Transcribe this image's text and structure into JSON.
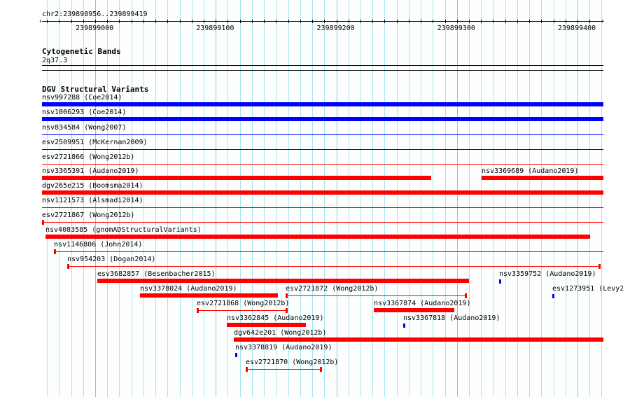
{
  "location": "chr2:239898956..239899419",
  "ruler": {
    "ticks": [
      "239899000",
      "239899100",
      "239899200",
      "239899300",
      "239899400"
    ]
  },
  "cyto": {
    "title": "Cytogenetic Bands",
    "band": "2q37.3"
  },
  "dgv": {
    "title": "DGV Structural Variants",
    "features": [
      {
        "label": "nsv997288 (Coe2014)",
        "color": "#0000ff",
        "style": "thick"
      },
      {
        "label": "nsv1006293 (Coe2014)",
        "color": "#0000ff",
        "style": "thick"
      },
      {
        "label": "nsv834584 (Wong2007)",
        "color": "#0000ff",
        "style": "thin"
      },
      {
        "label": "esv2509951 (McKernan2009)",
        "color": "#0000ff",
        "style": "thin"
      },
      {
        "label": "esv2721866 (Wong2012b)",
        "color": "#ff0000",
        "style": "thin"
      },
      {
        "label": "nsv3365391 (Audano2019)",
        "color": "#ff0000",
        "style": "thick"
      },
      {
        "label": "nsv3369689 (Audano2019)",
        "color": "#ff0000",
        "style": "thick"
      },
      {
        "label": "dgv265e215 (Boomsma2014)",
        "color": "#ff0000",
        "style": "thick"
      },
      {
        "label": "nsv1121573 (Alsmadi2014)",
        "color": "#ff0000",
        "style": "thin"
      },
      {
        "label": "esv2721867 (Wong2012b)",
        "color": "#ff0000",
        "style": "thin"
      },
      {
        "label": "nsv4083585 (gnomADStructuralVariants)",
        "color": "#ff0000",
        "style": "thick"
      },
      {
        "label": "nsv1146806 (John2014)",
        "color": "#ff0000",
        "style": "thin"
      },
      {
        "label": "nsv954203 (Dogan2014)",
        "color": "#ff0000",
        "style": "thin"
      },
      {
        "label": "esv3682857 (Besenbacher2015)",
        "color": "#ff0000",
        "style": "thick"
      },
      {
        "label": "nsv3359752 (Audano2019)",
        "color": "#0000ff",
        "style": "tick"
      },
      {
        "label": "nsv3378024 (Audano2019)",
        "color": "#ff0000",
        "style": "thick"
      },
      {
        "label": "esv2721872 (Wong2012b)",
        "color": "#ff0000",
        "style": "thin"
      },
      {
        "label": "esv1273951 (Levy2",
        "color": "#0000ff",
        "style": "tick"
      },
      {
        "label": "esv2721868 (Wong2012b)",
        "color": "#ff0000",
        "style": "thin"
      },
      {
        "label": "nsv3367874 (Audano2019)",
        "color": "#ff0000",
        "style": "thick"
      },
      {
        "label": "nsv3362845 (Audano2019)",
        "color": "#ff0000",
        "style": "thick"
      },
      {
        "label": "nsv3367818 (Audano2019)",
        "color": "#0000ff",
        "style": "tick"
      },
      {
        "label": "dgv642e201 (Wong2012b)",
        "color": "#ff0000",
        "style": "thick"
      },
      {
        "label": "nsv3378819 (Audano2019)",
        "color": "#0000ff",
        "style": "tick"
      },
      {
        "label": "esv2721870 (Wong2012b)",
        "color": "#ff0000",
        "style": "thin"
      }
    ]
  }
}
